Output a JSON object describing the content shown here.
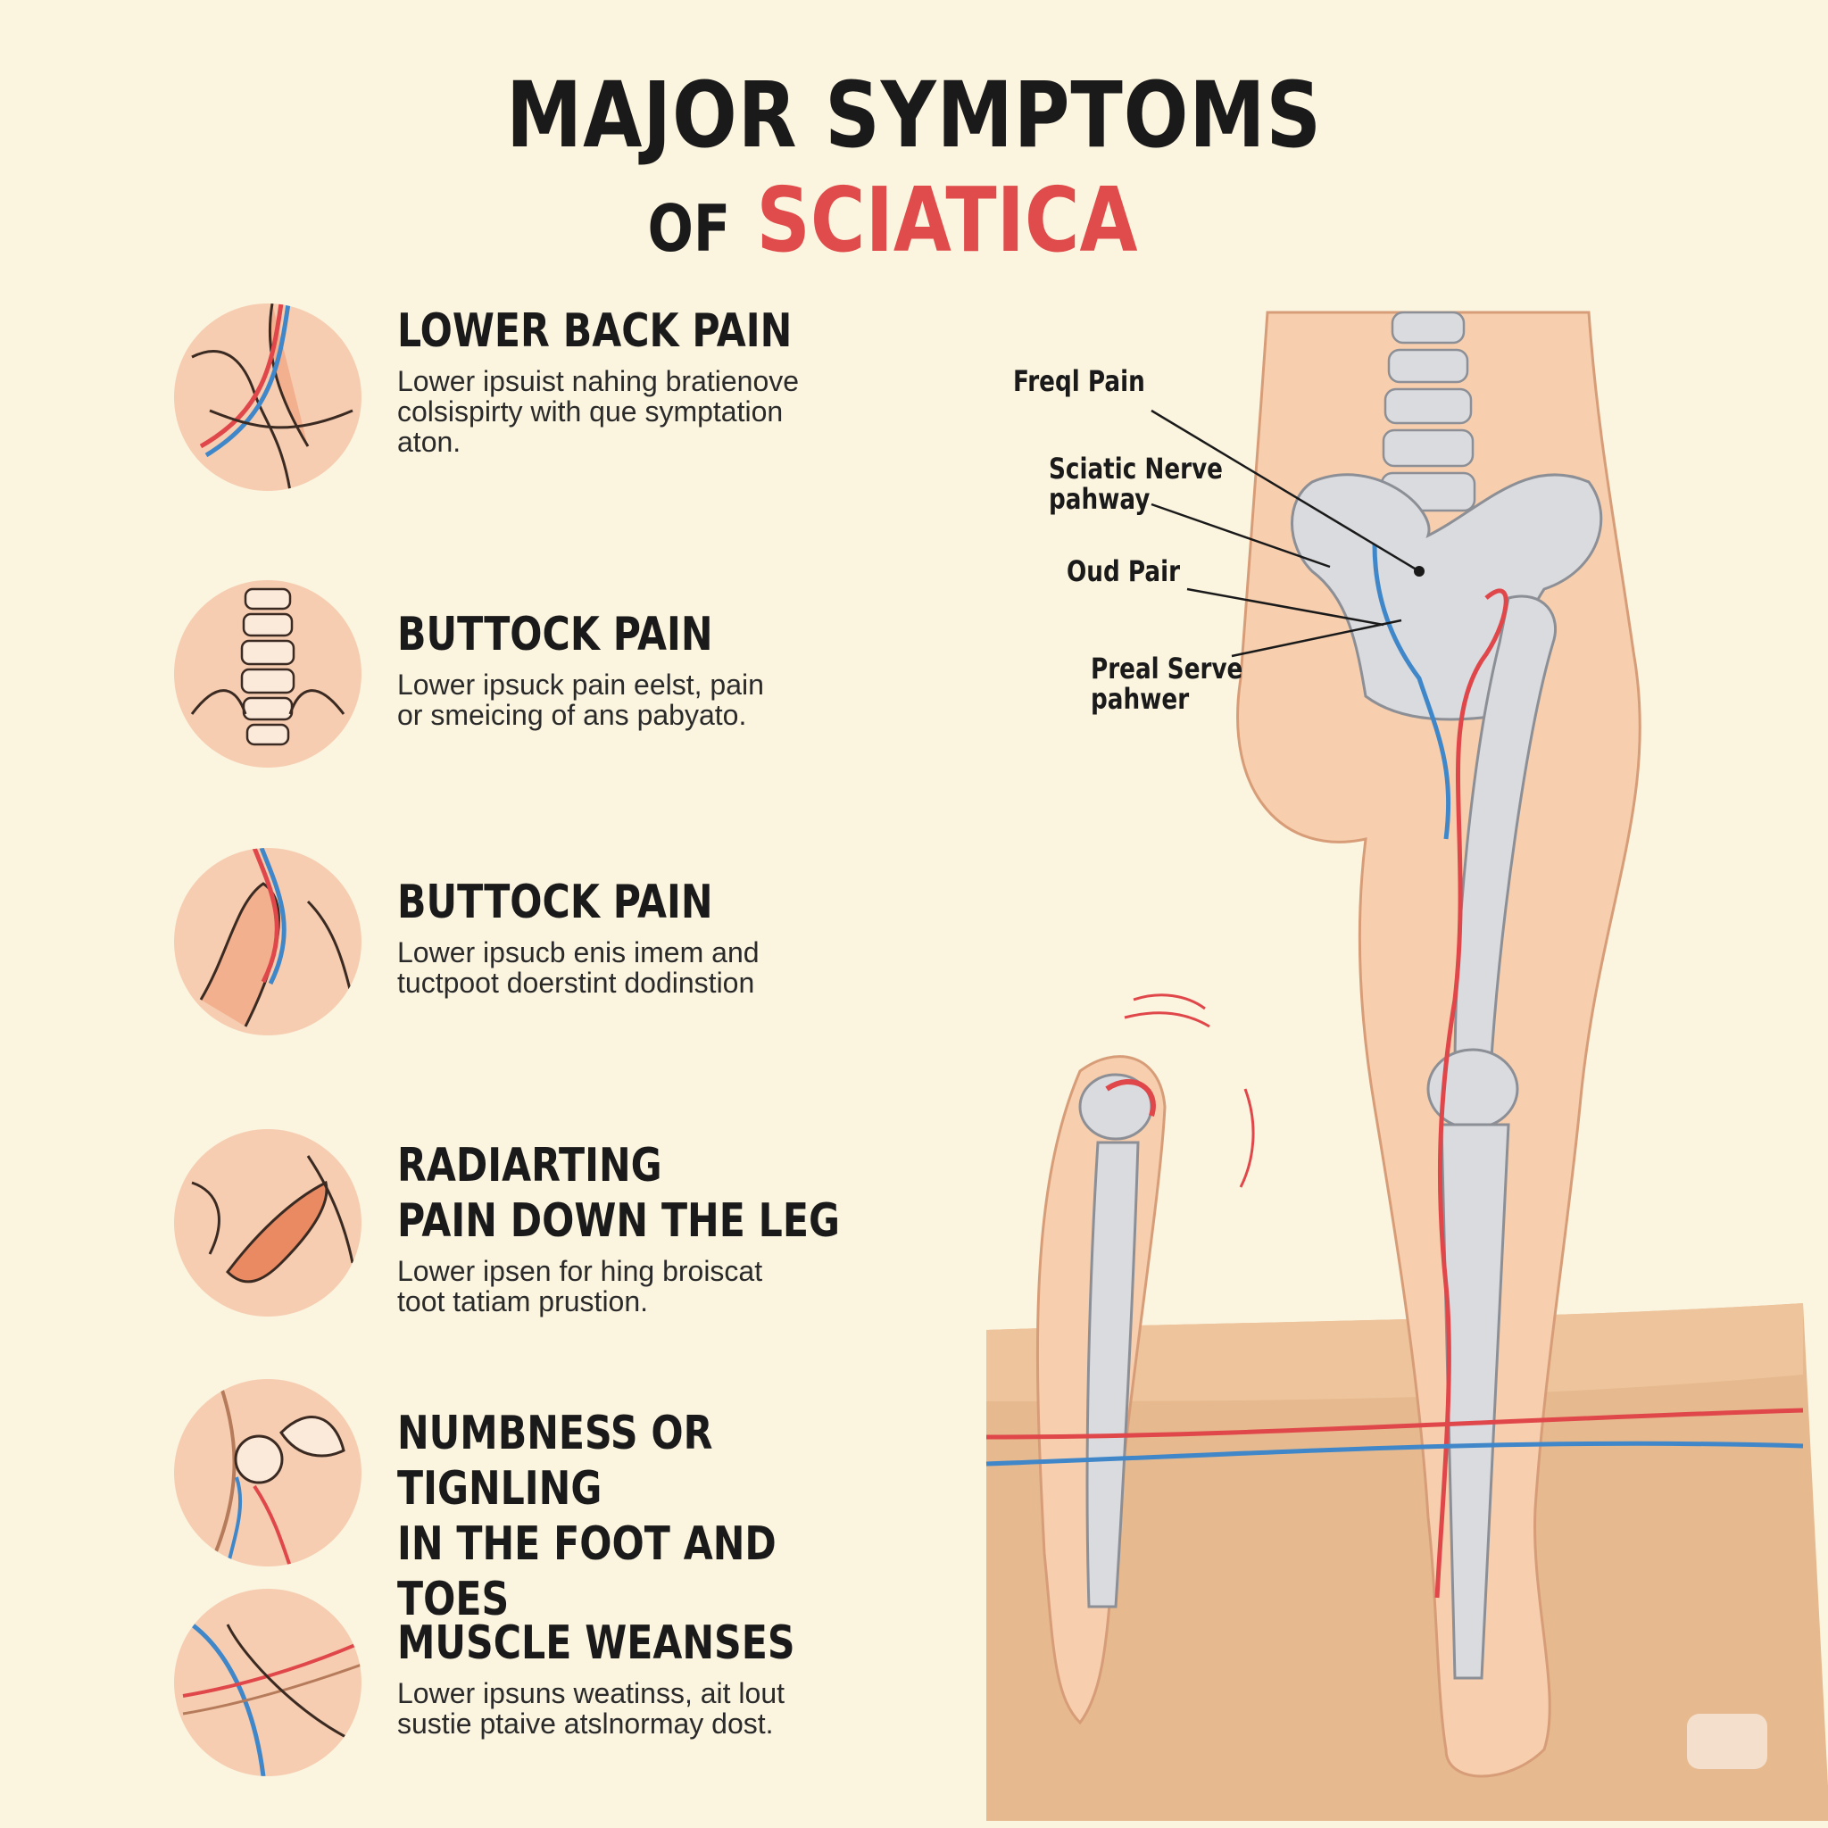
{
  "title": {
    "line1": "MAJOR SYMPTOMS",
    "line2_prefix": "OF",
    "line2_accent": "SCIATICA"
  },
  "colors": {
    "background": "#fbf4df",
    "accent_red": "#e04b4b",
    "nerve_red": "#e0474a",
    "nerve_blue": "#3f87c9",
    "skin": "#f7cfae",
    "bone": "#d9dbdf"
  },
  "symptoms": [
    {
      "title": "LOWER BACK PAIN",
      "desc": "Lower ipsuist nahing bratienove\ncolsispirty with que symptation\naton.",
      "icon": "lower-back-icon"
    },
    {
      "title": "BUTTOCK PAIN",
      "desc": "Lower ipsuck pain eelst, pain\nor smeicing of ans pabyato.",
      "icon": "spine-icon"
    },
    {
      "title": "BUTTOCK PAIN",
      "desc": "Lower ipsucb enis imem and\ntuctpoot doerstint dodinstion",
      "icon": "hip-nerve-icon"
    },
    {
      "title": "RADIARTING\nPAIN DOWN THE LEG",
      "desc": "Lower ipsen for hing broiscat\ntoot tatiam prustion.",
      "icon": "leg-pain-icon"
    },
    {
      "title": "NUMBNESS OR TIGNLING\nIN THE FOOT AND TOES",
      "desc": "",
      "icon": "joint-icon"
    },
    {
      "title": "MUSCLE WEANSES",
      "desc": "Lower ipsuns weatinss, ait lout\nsustie ptaive atslnormay dost.",
      "icon": "muscle-nerve-icon"
    }
  ],
  "callouts": [
    {
      "label": "Freql Pain"
    },
    {
      "label": "Sciatic Nerve\npahway"
    },
    {
      "label": "Oud Pair"
    },
    {
      "label": "Preal Serve\npahwer"
    }
  ]
}
